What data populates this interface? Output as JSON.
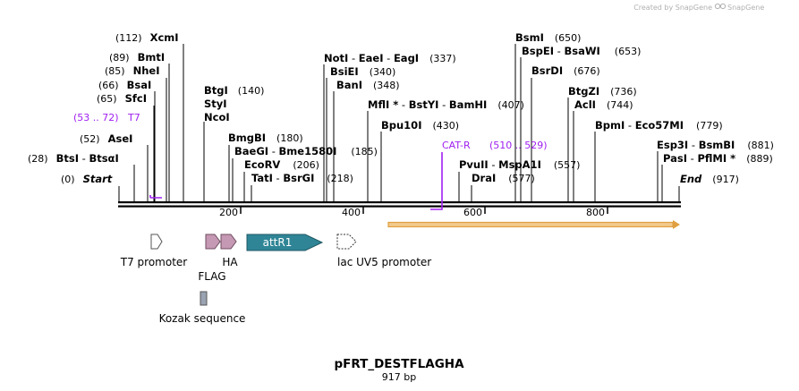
{
  "credit": "Created by SnapGene",
  "map": {
    "title": "pFRT_DESTFLAGHA",
    "length_label": "917 bp",
    "axis_ticks": [
      "200",
      "400",
      "600",
      "800"
    ]
  },
  "sites": {
    "s0": {
      "pos": "(0)",
      "name": "Start"
    },
    "s1": {
      "pos": "(28)",
      "name1": "BtsI",
      "name2": "BtsαI"
    },
    "s2": {
      "pos": "(52)",
      "name": "AseI"
    },
    "s3": {
      "pos": "(65)",
      "name": "SfcI"
    },
    "s4": {
      "pos": "(66)",
      "name": "BsaI"
    },
    "s5": {
      "pos": "(85)",
      "name": "NheI"
    },
    "s6": {
      "pos": "(89)",
      "name": "BmtI"
    },
    "s7": {
      "pos": "(112)",
      "name": "XcmI"
    },
    "s8": {
      "pos": "(140)",
      "name1": "BtgI",
      "name2": "StyI",
      "name3": "NcoI"
    },
    "s9": {
      "pos": "(180)",
      "name": "BmgBI"
    },
    "s10": {
      "pos": "(185)",
      "name1": "BaeGI",
      "name2": "Bme1580I"
    },
    "s11": {
      "pos": "(206)",
      "name": "EcoRV"
    },
    "s12": {
      "pos": "(218)",
      "name1": "TatI",
      "name2": "BsrGI"
    },
    "s13": {
      "pos": "(337)",
      "name1": "NotI",
      "name2": "EaeI",
      "name3": "EagI"
    },
    "s14": {
      "pos": "(340)",
      "name": "BsiEI"
    },
    "s15": {
      "pos": "(348)",
      "name": "BanI"
    },
    "s16": {
      "pos": "(407)",
      "name1": "MflI *",
      "name2": "BstYI",
      "name3": "BamHI"
    },
    "s17": {
      "pos": "(430)",
      "name": "Bpu10I"
    },
    "s18": {
      "pos": "(557)",
      "name1": "PvuII",
      "name2": "MspA1I"
    },
    "s19": {
      "pos": "(577)",
      "name": "DraI"
    },
    "s20": {
      "pos": "(650)",
      "name": "BsmI"
    },
    "s21": {
      "pos": "(653)",
      "name1": "BspEI",
      "name2": "BsaWI"
    },
    "s22": {
      "pos": "(676)",
      "name": "BsrDI"
    },
    "s23": {
      "pos": "(736)",
      "name": "BtgZI"
    },
    "s24": {
      "pos": "(744)",
      "name": "AclI"
    },
    "s25": {
      "pos": "(779)",
      "name1": "BpmI",
      "name2": "Eco57MI"
    },
    "s26": {
      "pos": "(881)",
      "name1": "Esp3I",
      "name2": "BsmBI"
    },
    "s27": {
      "pos": "(889)",
      "name1": "PasI",
      "name2": "PflMI *"
    },
    "s28": {
      "pos": "(917)",
      "name": "End"
    }
  },
  "primers": {
    "t7": {
      "range": "(53 .. 72)",
      "name": "T7"
    },
    "catr": {
      "name": "CAT-R",
      "range": "(510 .. 529)"
    }
  },
  "features": {
    "t7_promoter": "T7 promoter",
    "flag": "FLAG",
    "ha": "HA",
    "attr1": "attR1",
    "lac_promoter": "lac UV5 promoter",
    "kozak": "Kozak sequence"
  },
  "colors": {
    "tag_feature": "#c598b3",
    "attr1": "#2f8596",
    "kozak": "#9aa3b2",
    "primer": "#a020f0",
    "orf_bar": "#f2c98c",
    "orf_border": "#e0a040"
  }
}
